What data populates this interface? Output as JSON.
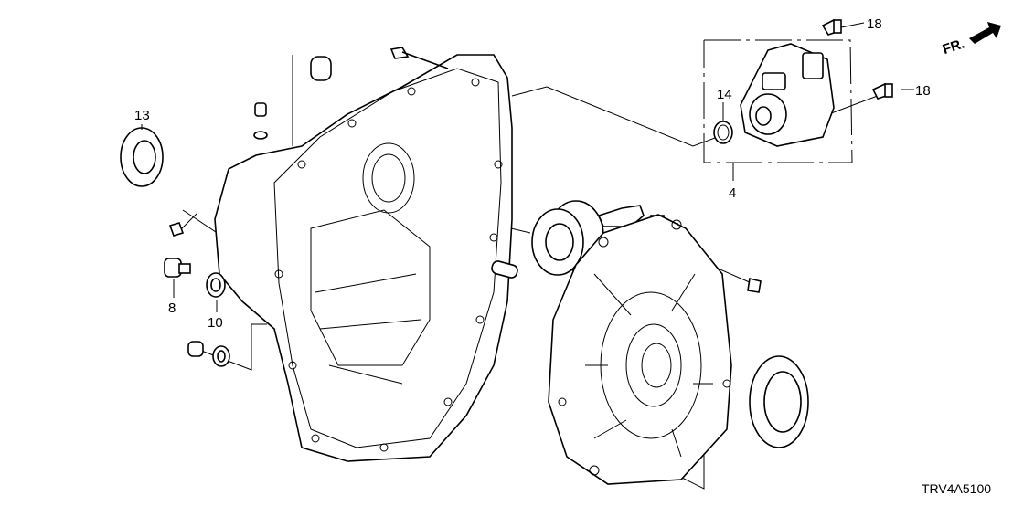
{
  "diagram": {
    "callouts": {
      "oil_seal": "13",
      "bolt_upper": "18",
      "bolt_lower": "18",
      "o_ring": "14",
      "sensor_assembly": "4",
      "drain_plug": "8",
      "washer": "10"
    },
    "direction_label": "FR.",
    "diagram_code": "TRV4A5100"
  }
}
